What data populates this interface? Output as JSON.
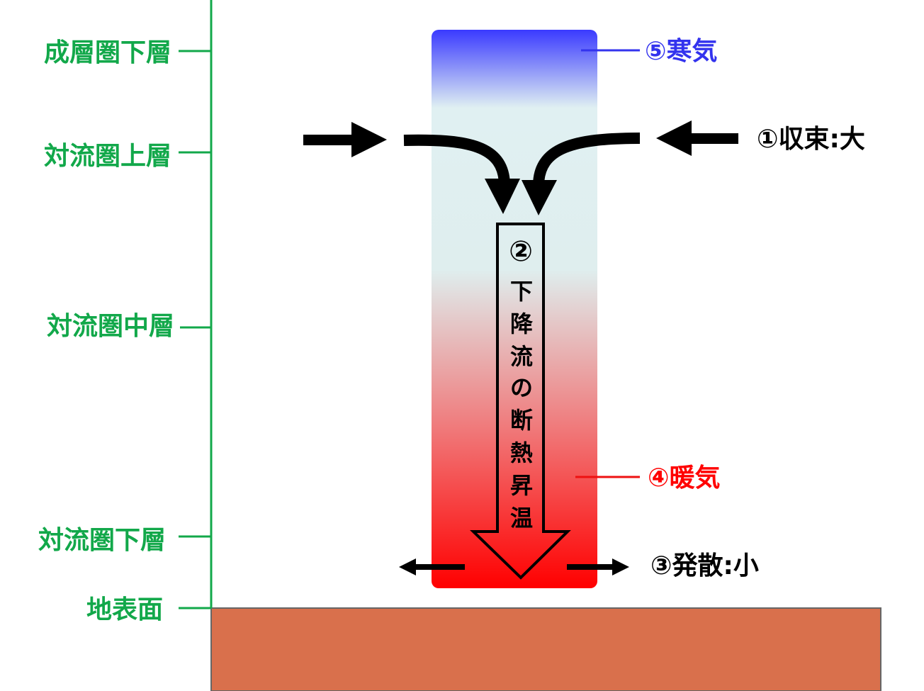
{
  "levels": [
    {
      "label": "成層圏下層"
    },
    {
      "label": "対流圏上層"
    },
    {
      "label": "対流圏中層"
    },
    {
      "label": "対流圏下層"
    },
    {
      "label": "地表面"
    }
  ],
  "annotations": {
    "cold_air": "⑤寒気",
    "convergence": "①収束:大",
    "warm_air": "④暖気",
    "divergence": "③発散:小"
  },
  "downdraft": {
    "number": "②",
    "chars": [
      "下",
      "降",
      "流",
      "の",
      "断",
      "熱",
      "昇",
      "温"
    ]
  },
  "colors": {
    "level_green": "#12a84a",
    "cold": "#3333ee",
    "warm": "#ff0000",
    "ground": "#d9704c"
  }
}
